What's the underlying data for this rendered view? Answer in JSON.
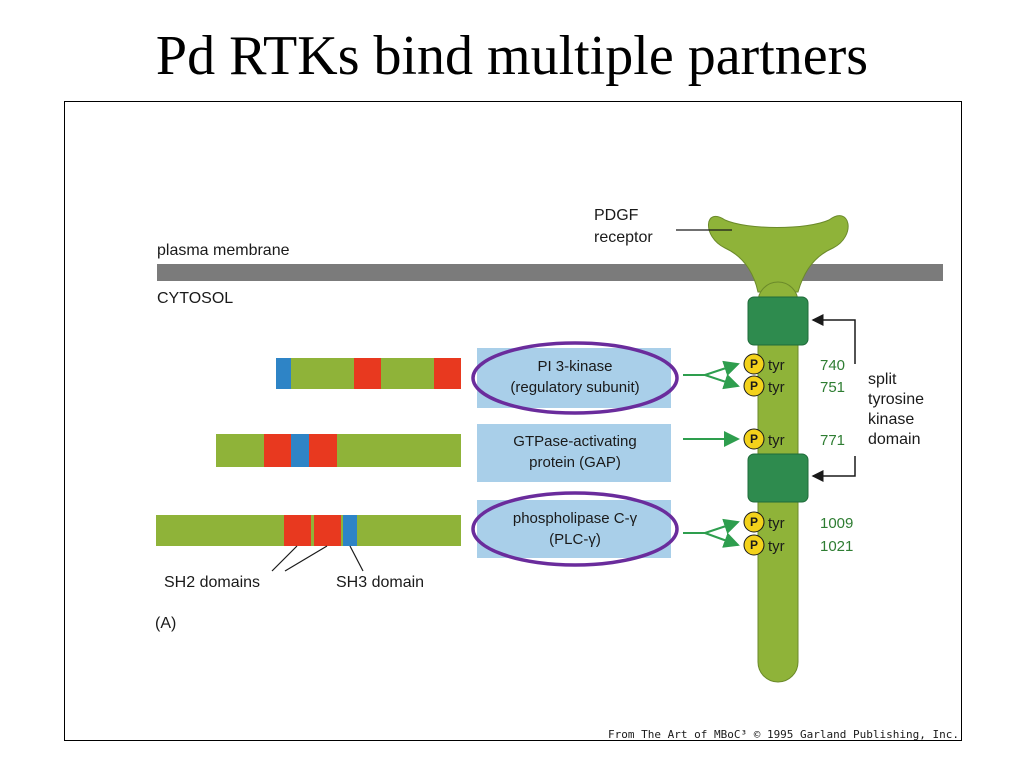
{
  "slide": {
    "title": "Pd RTKs bind multiple partners"
  },
  "figure": {
    "labels": {
      "plasma_membrane": "plasma membrane",
      "cytosol": "CYTOSOL",
      "pdgf_receptor": [
        "PDGF",
        "receptor"
      ],
      "split_domain": [
        "split",
        "tyrosine",
        "kinase",
        "domain"
      ],
      "sh2": "SH2 domains",
      "sh3": "SH3 domain",
      "panel": "(A)",
      "credit": "From The Art of MBoC³ © 1995 Garland Publishing, Inc."
    },
    "partners": [
      {
        "lines": [
          "PI 3-kinase",
          "(regulatory subunit)"
        ],
        "circled": true
      },
      {
        "lines": [
          "GTPase-activating",
          "protein (GAP)"
        ],
        "circled": false
      },
      {
        "lines": [
          "phospholipase C-γ",
          "(PLC-γ)"
        ],
        "circled": true
      }
    ],
    "sites": [
      {
        "p": "P",
        "tyr": "tyr",
        "num": "740"
      },
      {
        "p": "P",
        "tyr": "tyr",
        "num": "751"
      },
      {
        "p": "P",
        "tyr": "tyr",
        "num": "771"
      },
      {
        "p": "P",
        "tyr": "tyr",
        "num": "1009"
      },
      {
        "p": "P",
        "tyr": "tyr",
        "num": "1021"
      }
    ],
    "colors": {
      "receptor": "#8fb339",
      "kinase": "#2e8b4e",
      "membrane": "#7b7b7b",
      "sh2": "#e8391f",
      "sh3": "#2e84c6",
      "protein": "#8fb339",
      "box": "#a9cfe9",
      "circle": "#6a2c9c",
      "phospho": "#f3d21b",
      "arrow": "#2e9e4e"
    }
  }
}
